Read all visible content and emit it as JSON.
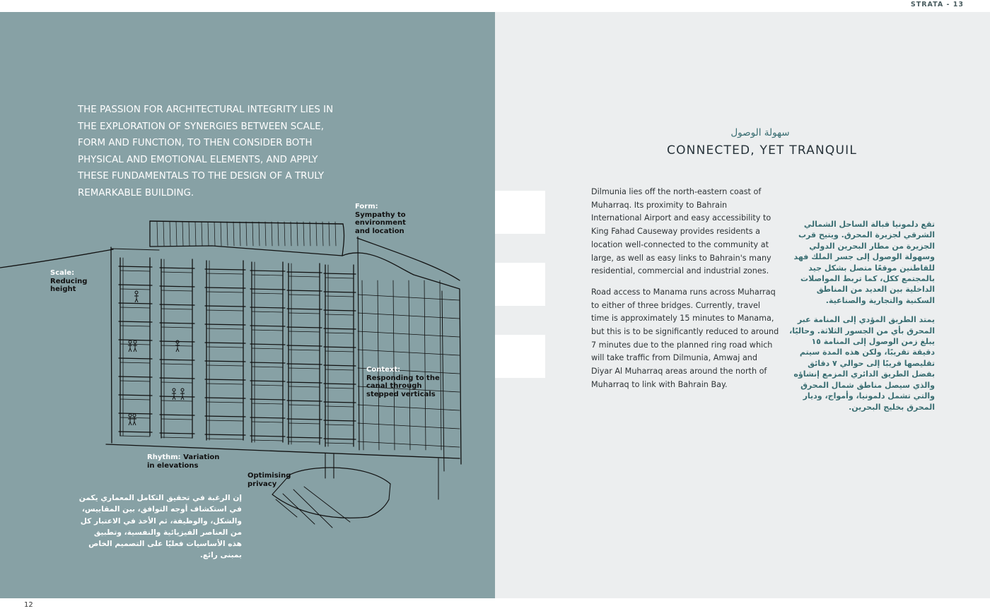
{
  "folio": {
    "right": "STRATA - 13",
    "left": "12"
  },
  "left_page": {
    "lead_en": "The passion for architectural integrity lies in the exploration of synergies between scale, form and function, to then consider both physical and emotional elements, and apply these fundamentals to the design of a truly remarkable building.",
    "lead_ar": "إن الرغبة في تحقيق التكامل المعماري يكمن في استكشاف أوجه التوافق، بين المقاييس، والشكل، والوظيفة، ثم الأخذ في الاعتبار كل من العناصر الفيزيائية والنفسية، وتطبيق هذه الأساسيات فعليًا على التصميم الخاص بمبنى رائع.",
    "annotations": {
      "form": {
        "key": "Form:",
        "text": "Sympathy to environment and location"
      },
      "scale": {
        "key": "Scale:",
        "text": "Reducing height"
      },
      "context": {
        "key": "Context:",
        "text": "Responding to the canal through stepped verticals"
      },
      "rhythm": {
        "key": "Rhythm:",
        "text": "Variation in elevations"
      },
      "privacy": {
        "text": "Optimising privacy"
      }
    }
  },
  "right_page": {
    "heading_ar": "سهولة الوصول",
    "heading_en": "CONNECTED, YET TRANQUIL",
    "body_en": [
      "Dilmunia lies off the north-eastern coast of Muharraq. Its proximity to Bahrain International Airport and easy accessibility to King Fahad Causeway provides residents a location well-connected to the community at large, as well as easy links to Bahrain's many residential, commercial and industrial zones.",
      "Road access to Manama runs across Muharraq to either of three bridges. Currently, travel time is approximately 15 minutes to Manama, but this is to be significantly reduced to around 7 minutes due to the planned ring road which will take traffic from Dilmunia, Amwaj and Diyar Al Muharraq areas around the north of Muharraq to link with Bahrain Bay."
    ],
    "body_ar": [
      "تقع دلمونيا قبالة الساحل الشمالي الشرقي لجزيرة المحرق. ويتيح قرب الجزيرة من مطار البحرين الدولي وسهولة الوصول إلى جسر الملك فهد للقاطنين موقعًا متصل بشكل جيد بالمجتمع ككل، كما تربط المواصلات الداخلية بين العديد من المناطق السكنية والتجارية والصناعية.",
      "يمتد الطريق المؤدي إلى المنامة عبر المحرق بأي من الجسور الثلاثة. وحاليًا، يبلغ زمن الوصول إلى المنامة ١٥ دقيقة تقريبًا، ولكن هذه المدة سيتم تقليصها قريبًا إلى حوالي ٧ دقائق بفضل الطريق الدائري المزمع إنشاؤه والذي سيصل مناطق شمال المحرق والتي تشمل دلمونيا، وأمواج، وديار المحرق بخليج البحرين."
    ]
  },
  "colors": {
    "left_panel": "#87a1a5",
    "right_panel": "#eceeef",
    "accent_teal": "#3a6e72",
    "heading_dark": "#27333a"
  }
}
